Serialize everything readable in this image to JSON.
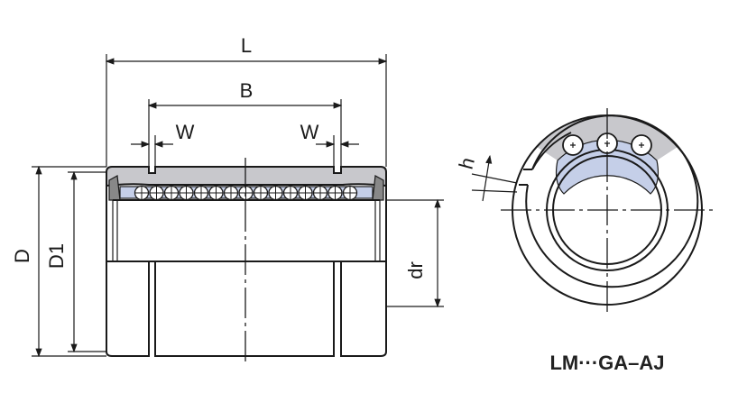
{
  "labels": {
    "L": "L",
    "B": "B",
    "W_left": "W",
    "W_right": "W",
    "D": "D",
    "D1": "D1",
    "dr": "dr",
    "h": "h"
  },
  "model_name": "LM···GA–AJ",
  "colors": {
    "shell": "#c8c8cc",
    "retainer": "#c5cfe8",
    "line": "#1a1a1a"
  }
}
